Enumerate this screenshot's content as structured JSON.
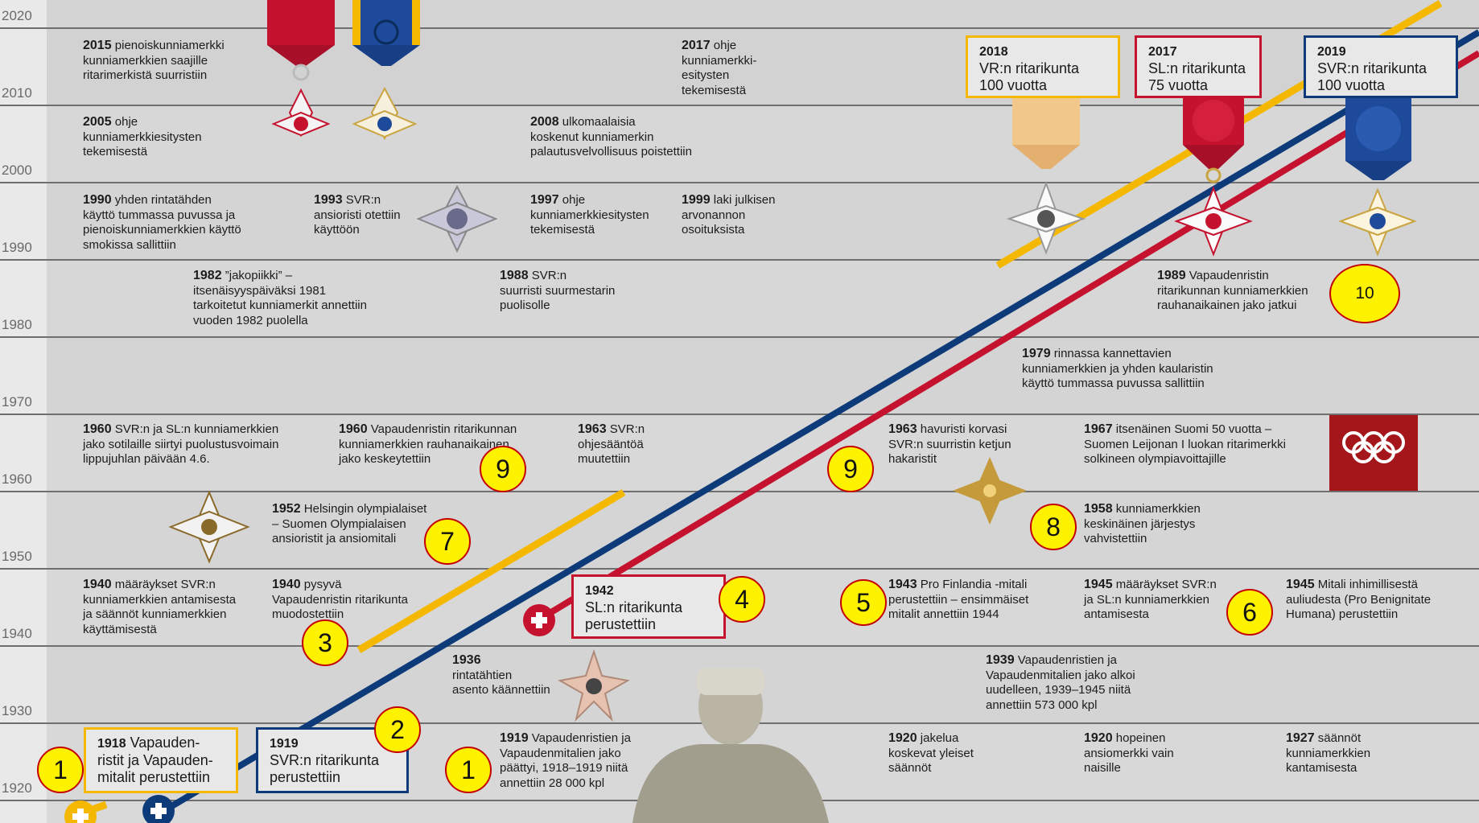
{
  "years": [
    "2020",
    "2010",
    "2000",
    "1990",
    "1980",
    "1970",
    "1960",
    "1950",
    "1940",
    "1930",
    "1920"
  ],
  "colors": {
    "yellow": "#f5b800",
    "blue": "#0d3b7a",
    "red": "#c4122f",
    "marker": "#fff200"
  },
  "events": {
    "e2015": {
      "year": "2015",
      "text": "pienoiskunniamerkki\nkunniamerkkien saajille\nritarimerkistä suurristiin"
    },
    "e2017": {
      "year": "2017",
      "text": "ohje\nkunniamerkki-\nesitysten\ntekemisestä"
    },
    "e2005": {
      "year": "2005",
      "text": "ohje\nkunniamerkkiesitysten\ntekemisestä"
    },
    "e2008": {
      "year": "2008",
      "text": "ulkomaalaisia\nkoskenut kunniamerkin\npalautusvelvollisuus poistettiin"
    },
    "e1990": {
      "year": "1990",
      "text": "yhden rintatähden\nkäyttö tummassa puvussa ja\npienoiskunniamerkkien käyttö\nsmokissa sallittiin"
    },
    "e1993": {
      "year": "1993",
      "text": "SVR:n\nansioristi otettiin\nkäyttöön"
    },
    "e1997": {
      "year": "1997",
      "text": "ohje\nkunniamerkkiesitysten\ntekemisestä"
    },
    "e1999": {
      "year": "1999",
      "text": "laki julkisen\narvonannon\nosoituksista"
    },
    "e1982": {
      "year": "1982",
      "text": "”jakopiikki” –\nitsenäisyyspäiväksi 1981\ntarkoitetut kunniamerkit annettiin\nvuoden 1982 puolella"
    },
    "e1988": {
      "year": "1988",
      "text": "SVR:n\nsuurristi suurmestarin\npuolisolle"
    },
    "e1989": {
      "year": "1989",
      "text": "Vapaudenristin\nritarikunnan kunniamerkkien\nrauhanaikainen jako jatkui"
    },
    "e1979": {
      "year": "1979",
      "text": "rinnassa kannettavien\nkunniamerkkien ja yhden kaularistin\nkäyttö tummassa puvussa sallittiin"
    },
    "e1960a": {
      "year": "1960",
      "text": "SVR:n ja SL:n kunniamerkkien\njako sotilaille siirtyi puolustusvoimain\nlippujuhlan päivään 4.6."
    },
    "e1960b": {
      "year": "1960",
      "text": "Vapaudenristin ritarikunnan\nkunniamerkkien rauhanaikainen\njako keskeytettiin"
    },
    "e1963a": {
      "year": "1963",
      "text": "SVR:n\nohjesääntöä\nmuutettiin"
    },
    "e1963b": {
      "year": "1963",
      "text": "havuristi korvasi\nSVR:n suurristin ketjun\nhakaristit"
    },
    "e1967": {
      "year": "1967",
      "text": "itsenäinen Suomi 50 vuotta –\nSuomen Leijonan I luokan ritarimerkki\nsolkineen olympiavoittajille"
    },
    "e1952": {
      "year": "1952",
      "text": "Helsingin olympialaiset\n– Suomen Olympialaisen\nansioristit ja ansiomitali"
    },
    "e1958": {
      "year": "1958",
      "text": "kunniamerkkien\nkeskinäinen järjestys\nvahvistettiin"
    },
    "e1940a": {
      "year": "1940",
      "text": "määräykset SVR:n\nkunniamerkkien antamisesta\nja säännöt kunniamerkkien\nkäyttämisestä"
    },
    "e1940b": {
      "year": "1940",
      "text": "pysyvä\nVapaudenristin ritarikunta\nmuodostettiin"
    },
    "e1943": {
      "year": "1943",
      "text": "Pro Finlandia -mitali\nperustettiin – ensimmäiset\nmitalit annettiin 1944"
    },
    "e1945a": {
      "year": "1945",
      "text": "määräykset SVR:n\nja SL:n kunniamerkkien\nantamisesta"
    },
    "e1945b": {
      "year": "1945",
      "text": "Mitali inhimillisestä\nauliudesta (Pro Benignitate\nHumana) perustettiin"
    },
    "e1936": {
      "year": "1936",
      "text": "rintatähtien\nasento käännettiin"
    },
    "e1939": {
      "year": "1939",
      "text": "Vapaudenristien ja\nVapaudenmitalien jako alkoi\nuudelleen, 1939–1945 niitä\nannettiin 573 000 kpl"
    },
    "e1919": {
      "year": "1919",
      "text": "Vapaudenristien ja\nVapaudenmitalien jako\npäättyi, 1918–1919 niitä\nannettiin 28 000 kpl"
    },
    "e1920a": {
      "year": "1920",
      "text": "jakelua\nkoskevat yleiset\nsäännöt"
    },
    "e1920b": {
      "year": "1920",
      "text": "hopeinen\nansiomerkki vain\nnaisille"
    },
    "e1927": {
      "year": "1927",
      "text": "säännöt\nkunniamerkkien\nkantamisesta"
    }
  },
  "boxes": {
    "b2018": {
      "year": "2018",
      "text": "VR:n ritarikunta\n100 vuotta"
    },
    "b2017": {
      "year": "2017",
      "text": "SL:n ritarikunta\n75 vuotta"
    },
    "b2019": {
      "year": "2019",
      "text": "SVR:n ritarikunta\n100 vuotta"
    },
    "b1942": {
      "year": "1942",
      "text": "SL:n ritarikunta\nperustettiin"
    },
    "b1918": {
      "year": "1918",
      "text": "Vapauden-\nristit ja Vapauden-\nmitalit perustettiin"
    },
    "b1919": {
      "year": "1919",
      "text": "SVR:n ritarikunta\nperustettiin"
    }
  },
  "markers": {
    "m1a": "1",
    "m1b": "1",
    "m2": "2",
    "m3": "3",
    "m4": "4",
    "m5": "5",
    "m6": "6",
    "m7": "7",
    "m8": "8",
    "m9a": "9",
    "m9b": "9",
    "m10": "10"
  }
}
